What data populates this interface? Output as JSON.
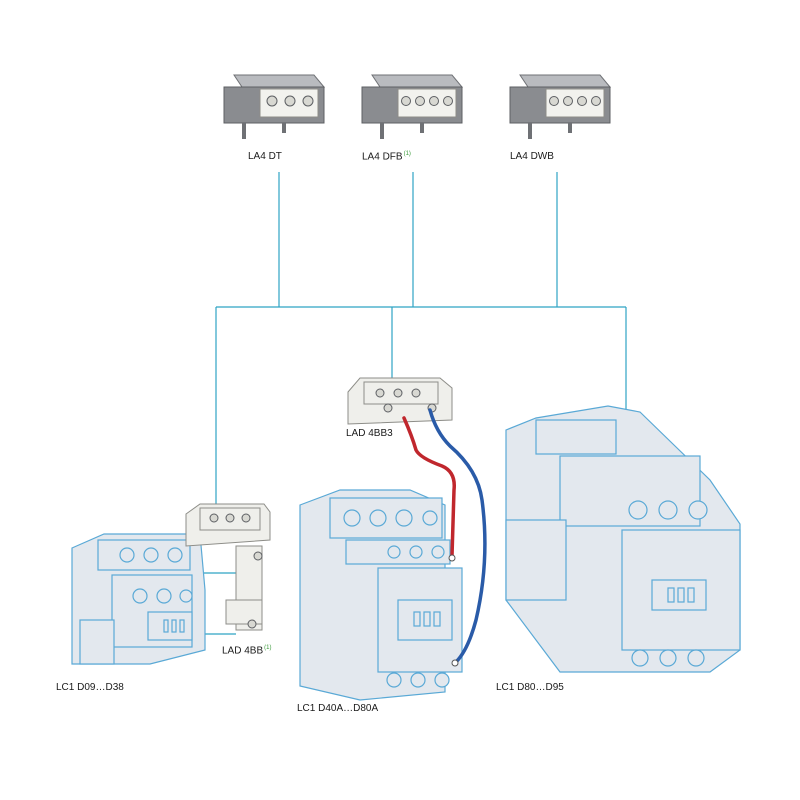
{
  "colors": {
    "connector": "#2fa3c4",
    "outline": "#5aa9d6",
    "fill": "#e3e8ee",
    "module_gray": "#8a8c90",
    "wire_red": "#c0272d",
    "wire_blue": "#2a5ba8",
    "note_green": "#3a9a3a"
  },
  "modules": [
    {
      "id": "la4dt",
      "label": "LA4 DT",
      "note": ""
    },
    {
      "id": "la4dfb",
      "label": "LA4 DFB",
      "note": "(1)"
    },
    {
      "id": "la4dwb",
      "label": "LA4 DWB",
      "note": ""
    }
  ],
  "accessories": [
    {
      "id": "lad4bb3",
      "label": "LAD 4BB3",
      "note": ""
    },
    {
      "id": "lad4bb",
      "label": "LAD 4BB",
      "note": "(1)"
    }
  ],
  "contactors": [
    {
      "id": "small",
      "label": "LC1 D09…D38"
    },
    {
      "id": "medium",
      "label": "LC1 D40A…D80A"
    },
    {
      "id": "large",
      "label": "LC1 D80…D95"
    }
  ]
}
